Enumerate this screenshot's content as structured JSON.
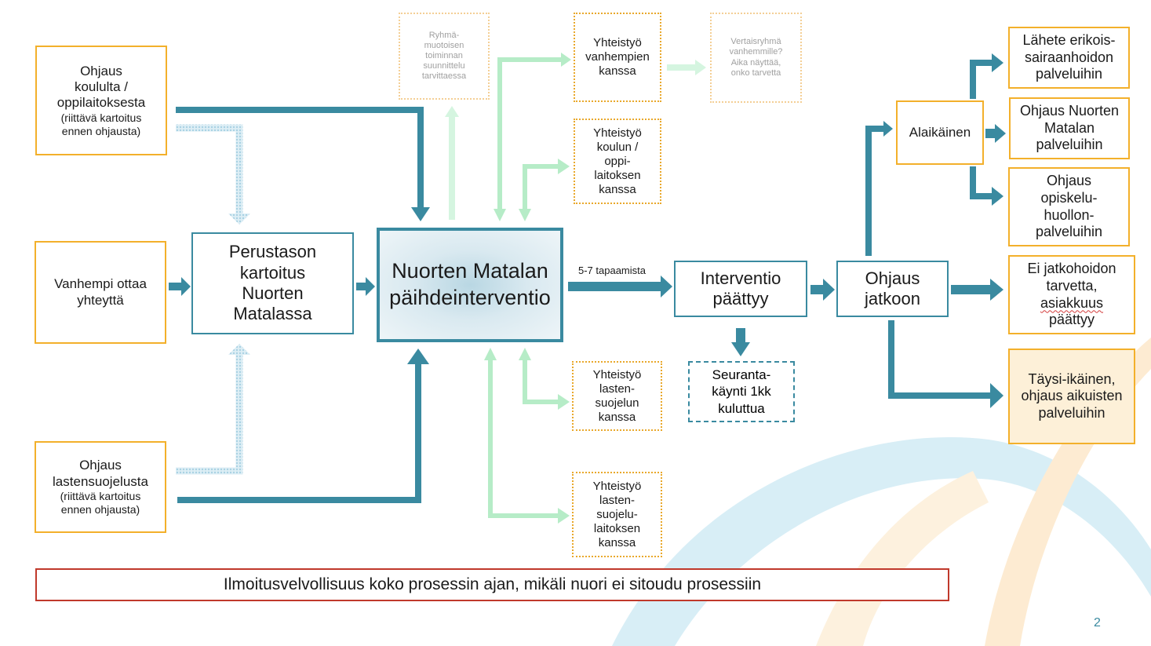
{
  "sources": {
    "school": [
      "Ohjaus",
      "koululta /",
      "oppilaitoksesta",
      "(riittävä kartoitus",
      "ennen ohjausta)"
    ],
    "parent": [
      "Vanhempi ottaa",
      "yhteyttä"
    ],
    "child_protection": [
      "Ohjaus",
      "lastensuojelusta",
      "(riittävä kartoitus",
      "ennen ohjausta)"
    ]
  },
  "assessment": [
    "Perustason",
    "kartoitus",
    "Nuorten",
    "Matalassa"
  ],
  "intervention": [
    "Nuorten Matalan",
    "päihdeinterventio"
  ],
  "sessions_label": "5-7 tapaamista",
  "cooperation": {
    "group_planning": [
      "Ryhmä-",
      "muotoisen",
      "toiminnan",
      "suunnittelu",
      "tarvittaessa"
    ],
    "parents": [
      "Yhteistyö",
      "vanhempien",
      "kanssa"
    ],
    "peer_group": [
      "Vertaisryhmä",
      "vanhemmille?",
      "Aika näyttää,",
      "onko tarvetta"
    ],
    "school": [
      "Yhteistyö",
      "koulun /",
      "oppi-",
      "laitoksen",
      "kanssa"
    ],
    "child_protection": [
      "Yhteistyö",
      "lasten-",
      "suojelun",
      "kanssa"
    ],
    "child_protection_institution": [
      "Yhteistyö",
      "lasten-",
      "suojelu-",
      "laitoksen",
      "kanssa"
    ]
  },
  "intervention_ended": [
    "Interventio",
    "päättyy"
  ],
  "followup": [
    "Seuranta-",
    "käynti 1kk",
    "kuluttua"
  ],
  "referral": [
    "Ohjaus",
    "jatkoon"
  ],
  "minor": "Alaikäinen",
  "outcomes": {
    "specialist": [
      "Lähete erikois-",
      "sairaanhoidon",
      "palveluihin"
    ],
    "youth_services": [
      "Ohjaus Nuorten",
      "Matalan",
      "palveluihin"
    ],
    "student_welfare": [
      "Ohjaus",
      "opiskelu-",
      "huollon-",
      "palveluihin"
    ],
    "no_further": [
      "Ei jatkohoidon",
      "tarvetta,",
      "asiakkuus",
      "päättyy"
    ],
    "adult": [
      "Täysi-ikäinen,",
      "ohjaus aikuisten",
      "palveluihin"
    ]
  },
  "banner": "Ilmoitusvelvollisuus koko prosessin ajan, mikäli nuori ei sitoudu prosessiin",
  "page_number": "2",
  "colors": {
    "teal": "#3a8aa0",
    "orange": "#f3b02b",
    "light_green": "#b6ecc7",
    "light_blue_dotted": "#b9dcea",
    "red": "#c0392b"
  }
}
